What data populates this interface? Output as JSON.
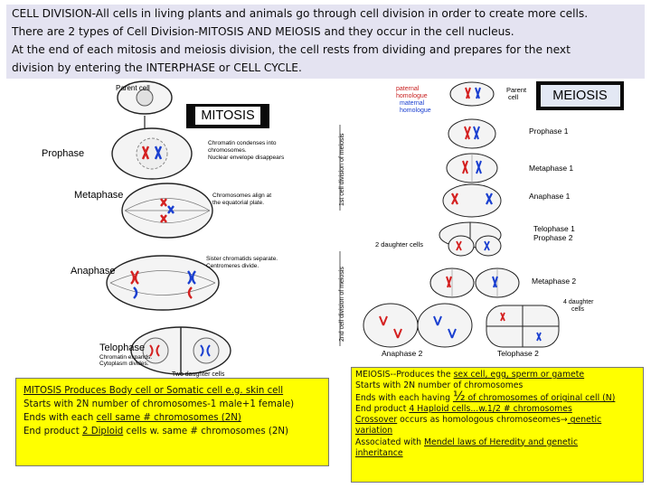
{
  "header": {
    "line1": "CELL DIVISION-All cells in living plants and animals go through cell division in order to create more cells.",
    "line2": "There are 2 types of Cell Division-MITOSIS AND MEIOSIS and they occur in the cell nucleus.",
    "line3": "At the end of each mitosis and meiosis division, the cell rests from dividing and prepares for the  next",
    "line4": "division by entering the INTERPHASE or CELL CYCLE."
  },
  "labels": {
    "mitosis": "MITOSIS",
    "meiosis": "MEIOSIS"
  },
  "mitosis_diagram": {
    "parent_cell": "Parent cell",
    "phases": [
      "Prophase",
      "Metaphase",
      "Anaphase",
      "Telophase"
    ],
    "prophase_note_1": "Chromatin condenses into",
    "prophase_note_2": "chromosomes.",
    "prophase_note_3": "Nuclear envelope disappears",
    "metaphase_note_1": "Chromosomes align at",
    "metaphase_note_2": "the equatorial plate.",
    "anaphase_note_1": "Sister chromatids separate.",
    "anaphase_note_2": "Centromeres divide.",
    "telophase_note_1": "Chromatin expands.",
    "telophase_note_2": "Cytoplasm divides.",
    "daughter_cells": "Two daughter cells"
  },
  "meiosis_diagram": {
    "paternal_1": "paternal",
    "paternal_2": "homologue",
    "maternal_1": "maternal",
    "maternal_2": "homologue",
    "parent_1": "Parent",
    "parent_2": "cell",
    "first_division": "1st cell division of meiosis",
    "second_division": "2nd cell division of meiosis",
    "phases": [
      "Prophase 1",
      "Metaphase 1",
      "Anaphase 1",
      "Telophase 1",
      "Prophase 2",
      "Metaphase 2",
      "Anaphase 2",
      "Telophase 2"
    ],
    "daughter_cells_2": "2 daughter cells",
    "daughter_cells_4_a": "4 daughter",
    "daughter_cells_4_b": "cells"
  },
  "mitosis_note": {
    "l1a": "MITOSIS  Produces ",
    "l1b": "Body cell or  Somatic cell e.g. skin cell",
    "l2": "Starts with 2N number of chromosomes-1 male+1 female)",
    "l3a": " Ends with each ",
    "l3b": "cell same # chromosomes (2N)",
    "l4a": " End product ",
    "l4b": "2 Diploid",
    "l4c": " cells w. same # chromosomes (2N)"
  },
  "meiosis_note": {
    "l1a": "MEIOSIS--Produces the ",
    "l1b": "sex cell, egg, sperm or gamete",
    "l2": " Starts with 2N number of chromosomes",
    "l3a": " Ends with each having  ",
    "l3b": "½",
    "l3c": "  of chromosomes of original cell (N)",
    "l4a": "End product ",
    "l4b": "4  Haploid cells...w.1/2 # chromosomes",
    "l5a": "Crossover",
    "l5b": " occurs as homologous chromoseomes",
    "l5c": "→",
    "l5d": " genetic",
    "l6": "variation",
    "l7a": "Associated with ",
    "l7b": "Mendel laws of Heredity and genetic",
    "l8": "inheritance"
  },
  "colors": {
    "header_bg": "#e4e3f1",
    "note_bg": "#ffff00",
    "paternal": "#1a3fd0",
    "maternal": "#d42020"
  }
}
